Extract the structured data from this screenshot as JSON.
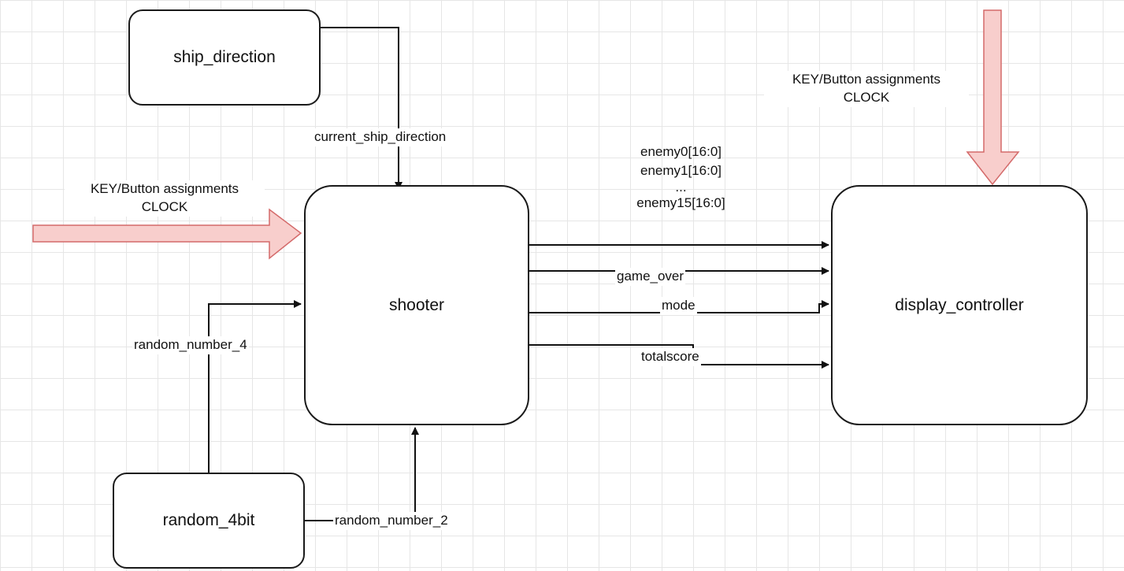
{
  "blocks": {
    "ship_direction": "ship_direction",
    "shooter": "shooter",
    "display_controller": "display_controller",
    "random_4bit": "random_4bit"
  },
  "signals": {
    "current_ship_direction": "current_ship_direction",
    "key_left_line1": "KEY/Button assignments",
    "key_left_line2": "CLOCK",
    "key_right_line1": "KEY/Button assignments",
    "key_right_line2": "CLOCK",
    "enemy_line1": "enemy0[16:0]",
    "enemy_line2": "enemy1[16:0]",
    "enemy_line3": "...",
    "enemy_line4": "enemy15[16:0]",
    "game_over": "game_over",
    "mode": "mode",
    "totalscore": "totalscore",
    "random_number_4": "random_number_4",
    "random_number_2": "random_number_2"
  },
  "colors": {
    "block_border": "#1a1a1a",
    "wire": "#111111",
    "big_arrow_fill": "#f8cecc",
    "big_arrow_stroke": "#d46a6a",
    "grid": "#e6e6e6"
  }
}
